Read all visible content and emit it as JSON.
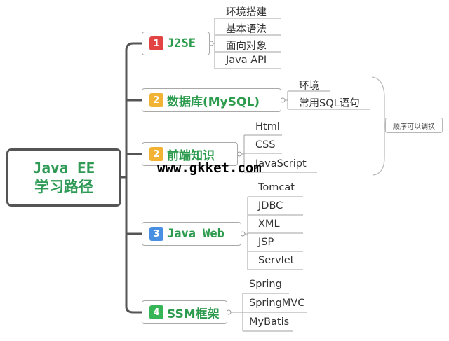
{
  "root": {
    "line1": "Java EE",
    "line2": "学习路径"
  },
  "topics": [
    {
      "num": "1",
      "color": "#e24444",
      "label": "J2SE",
      "items": [
        "环境搭建",
        "基本语法",
        "面向对象",
        "Java API"
      ]
    },
    {
      "num": "2",
      "color": "#f2b234",
      "label": "数据库(MySQL)",
      "items": [
        "环境",
        "常用SQL语句"
      ]
    },
    {
      "num": "2",
      "color": "#f2b234",
      "label": "前端知识",
      "items": [
        "Html",
        "CSS",
        "JavaScript"
      ]
    },
    {
      "num": "3",
      "color": "#4a90e2",
      "label": "Java Web",
      "items": [
        "Tomcat",
        "JDBC",
        "XML",
        "JSP",
        "Servlet"
      ]
    },
    {
      "num": "4",
      "color": "#35b555",
      "label": "SSM框架",
      "items": [
        "Spring",
        "SpringMVC",
        "MyBatis"
      ]
    }
  ],
  "note": "顺序可以调换",
  "watermark": "www.gkket.com",
  "colors": {
    "line": "#555555",
    "leaf_line": "#a0a0a0",
    "topic_text": "#2d9b4e"
  }
}
